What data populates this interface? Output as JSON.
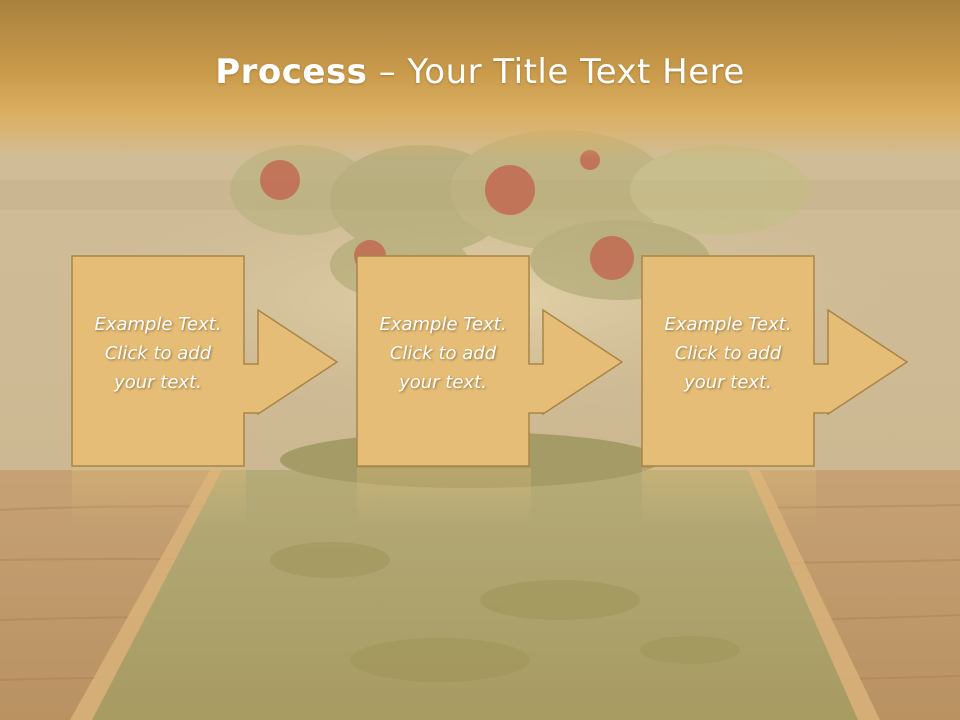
{
  "slide": {
    "title_bold": "Process",
    "title_rest": " – Your Title Text Here"
  },
  "steps": [
    {
      "line1": "Example Text.",
      "line2": "Click  to add",
      "line3": "your text."
    },
    {
      "line1": "Example Text.",
      "line2": "Click  to add",
      "line3": "your text."
    },
    {
      "line1": "Example Text.",
      "line2": "Click  to add",
      "line3": "your text."
    }
  ],
  "colors": {
    "title_band": "#c99a4a",
    "box_fill": "#e5bd76",
    "box_stroke": "#a98546",
    "text": "#ffffff"
  }
}
